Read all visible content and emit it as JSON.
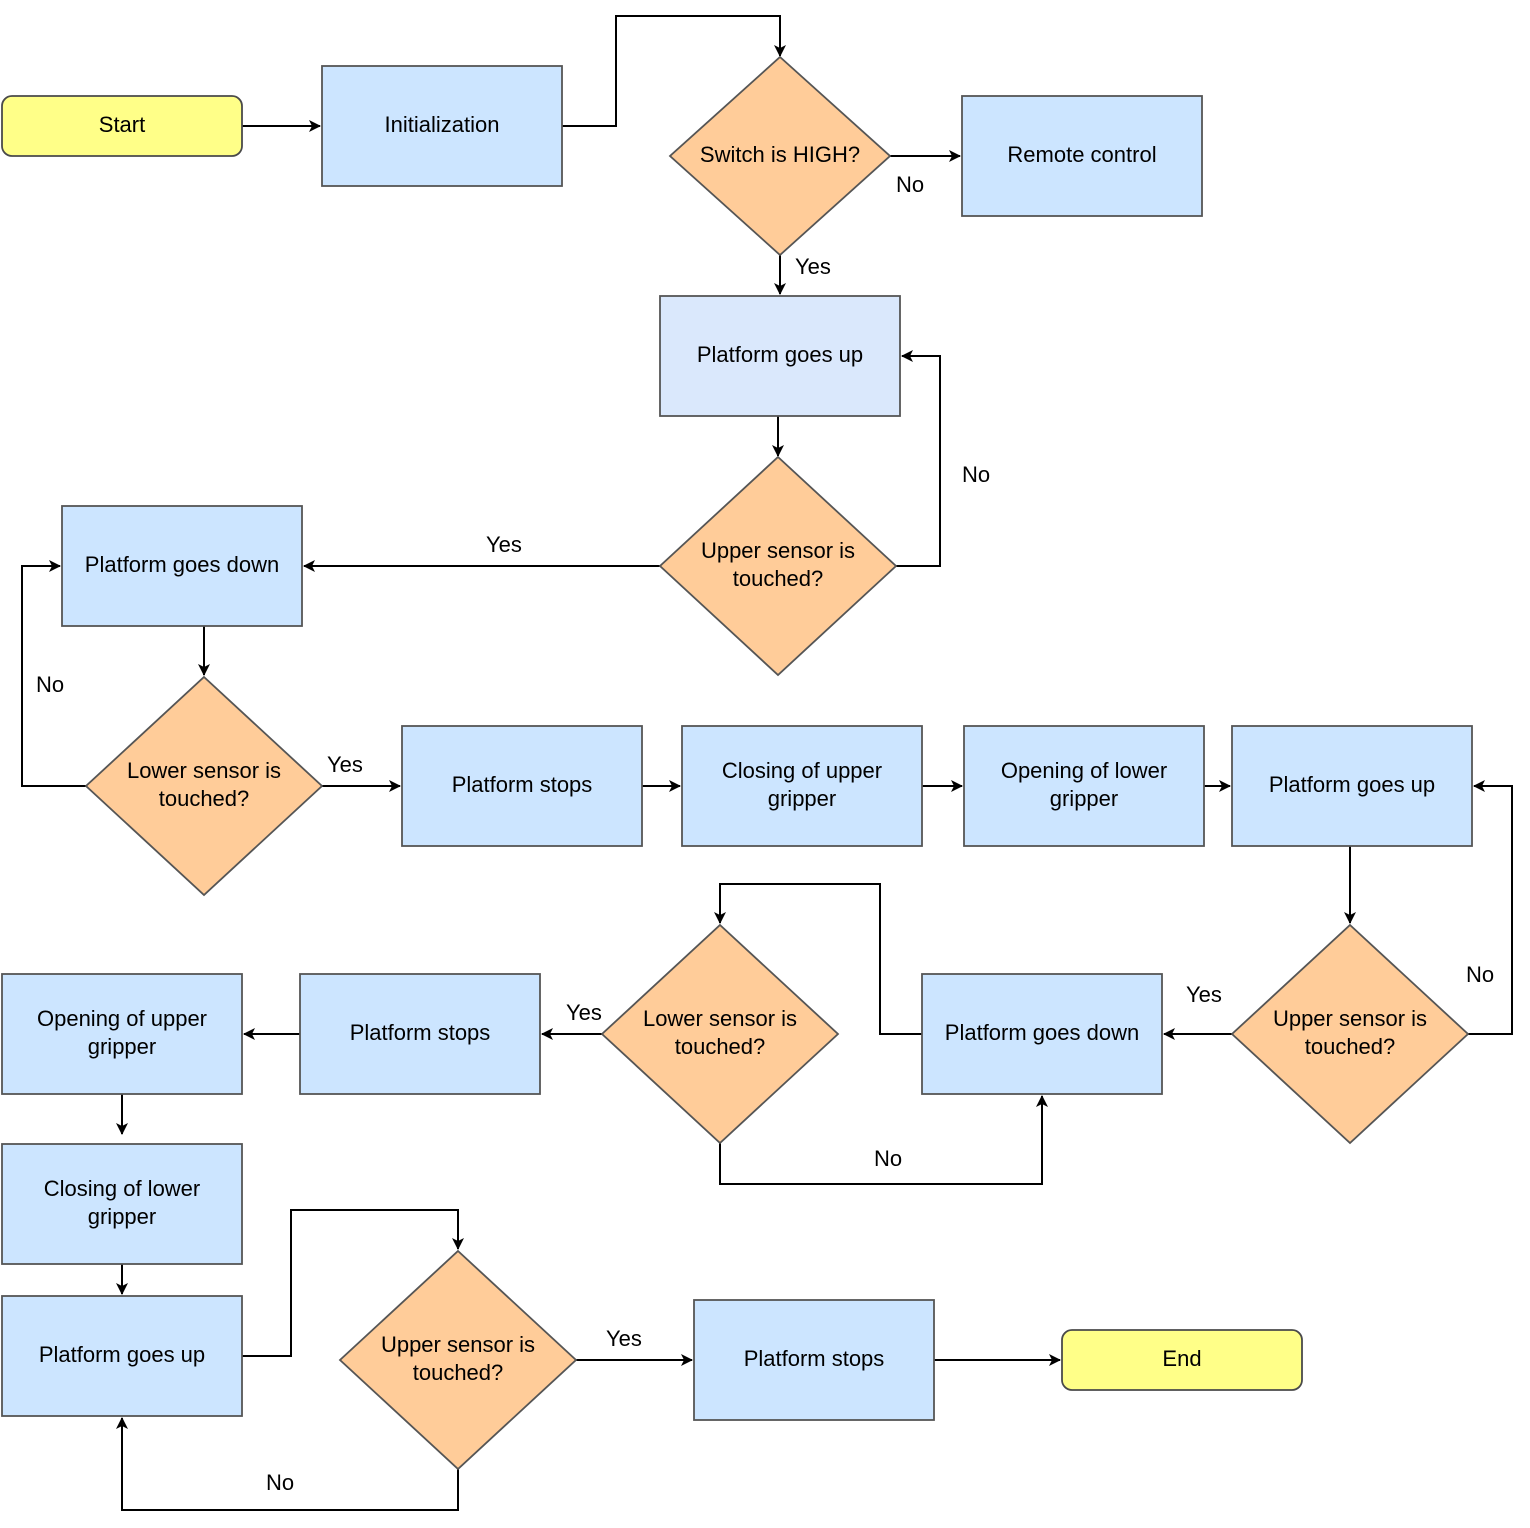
{
  "colors": {
    "terminal_fill": "#ffff88",
    "terminal_stroke": "#4a4a4a",
    "process_fill": "#cce5ff",
    "process_highlight_fill": "#dae8fc",
    "process_stroke": "#555555",
    "decision_fill": "#ffcc99",
    "decision_stroke": "#555555",
    "edge": "#000000"
  },
  "nodes": {
    "start": {
      "type": "terminal",
      "label": "Start"
    },
    "initialization": {
      "type": "process",
      "label": "Initialization"
    },
    "switch_high": {
      "type": "decision",
      "label": "Switch is HIGH?"
    },
    "remote_control": {
      "type": "process",
      "label": "Remote control"
    },
    "platform_up_1": {
      "type": "process",
      "label": "Platform goes up"
    },
    "upper_sensor_1": {
      "type": "decision",
      "label": [
        "Upper sensor is",
        "touched?"
      ]
    },
    "platform_down_1": {
      "type": "process",
      "label": "Platform goes down"
    },
    "lower_sensor_1": {
      "type": "decision",
      "label": [
        "Lower sensor is",
        "touched?"
      ]
    },
    "platform_stops_1": {
      "type": "process",
      "label": "Platform stops"
    },
    "closing_upper": {
      "type": "process",
      "label": [
        "Closing of upper",
        "gripper"
      ]
    },
    "opening_lower": {
      "type": "process",
      "label": [
        "Opening of lower",
        "gripper"
      ]
    },
    "platform_up_2": {
      "type": "process",
      "label": "Platform goes up"
    },
    "upper_sensor_2": {
      "type": "decision",
      "label": [
        "Upper sensor is",
        "touched?"
      ]
    },
    "platform_down_2": {
      "type": "process",
      "label": "Platform goes down"
    },
    "lower_sensor_2": {
      "type": "decision",
      "label": [
        "Lower sensor is",
        "touched?"
      ]
    },
    "platform_stops_2": {
      "type": "process",
      "label": "Platform stops"
    },
    "opening_upper": {
      "type": "process",
      "label": [
        "Opening of upper",
        "gripper"
      ]
    },
    "closing_lower": {
      "type": "process",
      "label": [
        "Closing of lower",
        "gripper"
      ]
    },
    "platform_up_3": {
      "type": "process",
      "label": "Platform goes up"
    },
    "upper_sensor_3": {
      "type": "decision",
      "label": [
        "Upper sensor is",
        "touched?"
      ]
    },
    "platform_stops_3": {
      "type": "process",
      "label": "Platform stops"
    },
    "end": {
      "type": "terminal",
      "label": "End"
    }
  },
  "edges": [
    {
      "from": "start",
      "to": "initialization",
      "label": ""
    },
    {
      "from": "initialization",
      "to": "switch_high",
      "label": ""
    },
    {
      "from": "switch_high",
      "to": "remote_control",
      "label": "No"
    },
    {
      "from": "switch_high",
      "to": "platform_up_1",
      "label": "Yes"
    },
    {
      "from": "platform_up_1",
      "to": "upper_sensor_1",
      "label": ""
    },
    {
      "from": "upper_sensor_1",
      "to": "platform_up_1",
      "label": "No"
    },
    {
      "from": "upper_sensor_1",
      "to": "platform_down_1",
      "label": "Yes"
    },
    {
      "from": "platform_down_1",
      "to": "lower_sensor_1",
      "label": ""
    },
    {
      "from": "lower_sensor_1",
      "to": "platform_down_1",
      "label": "No"
    },
    {
      "from": "lower_sensor_1",
      "to": "platform_stops_1",
      "label": "Yes"
    },
    {
      "from": "platform_stops_1",
      "to": "closing_upper",
      "label": ""
    },
    {
      "from": "closing_upper",
      "to": "opening_lower",
      "label": ""
    },
    {
      "from": "opening_lower",
      "to": "platform_up_2",
      "label": ""
    },
    {
      "from": "platform_up_2",
      "to": "upper_sensor_2",
      "label": ""
    },
    {
      "from": "upper_sensor_2",
      "to": "platform_up_2",
      "label": "No"
    },
    {
      "from": "upper_sensor_2",
      "to": "platform_down_2",
      "label": "Yes"
    },
    {
      "from": "platform_down_2",
      "to": "lower_sensor_2",
      "label": ""
    },
    {
      "from": "lower_sensor_2",
      "to": "platform_down_2",
      "label": "No"
    },
    {
      "from": "lower_sensor_2",
      "to": "platform_stops_2",
      "label": "Yes"
    },
    {
      "from": "platform_stops_2",
      "to": "opening_upper",
      "label": ""
    },
    {
      "from": "opening_upper",
      "to": "closing_lower",
      "label": ""
    },
    {
      "from": "closing_lower",
      "to": "platform_up_3",
      "label": ""
    },
    {
      "from": "platform_up_3",
      "to": "upper_sensor_3",
      "label": ""
    },
    {
      "from": "upper_sensor_3",
      "to": "platform_up_3",
      "label": "No"
    },
    {
      "from": "upper_sensor_3",
      "to": "platform_stops_3",
      "label": "Yes"
    },
    {
      "from": "platform_stops_3",
      "to": "end",
      "label": ""
    }
  ]
}
